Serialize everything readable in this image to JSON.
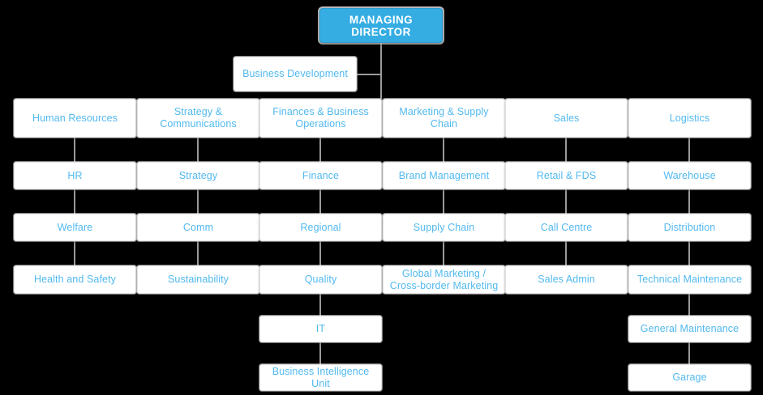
{
  "chart_data": {
    "type": "diagram",
    "title": "Organizational Chart",
    "diagram_kind": "org-chart",
    "colors": {
      "root_fill": "#35ade3",
      "root_text": "#ffffff",
      "node_fill": "#ffffff",
      "node_text": "#52b9ef",
      "node_border": "#e2e2e2",
      "connector": "#9a9a9a",
      "background": "#000000"
    },
    "root": {
      "label": "MANAGING DIRECTOR"
    },
    "staff": {
      "label": "Business Development"
    },
    "columns": [
      {
        "head": "Human Resources",
        "nodes": [
          "HR",
          "Welfare",
          "Health and Safety"
        ]
      },
      {
        "head": "Strategy & Communications",
        "nodes": [
          "Strategy",
          "Comm",
          "Sustainability"
        ]
      },
      {
        "head": "Finances & Business Operations",
        "nodes": [
          "Finance",
          "Regional",
          "Quality",
          "IT",
          "Business Intelligence Unit"
        ]
      },
      {
        "head": "Marketing & Supply Chain",
        "nodes": [
          "Brand Management",
          "Supply Chain",
          "Global Marketing / Cross-border Marketing"
        ]
      },
      {
        "head": "Sales",
        "nodes": [
          "Retail & FDS",
          "Call Centre",
          "Sales Admin"
        ]
      },
      {
        "head": "Logistics",
        "nodes": [
          "Warehouse",
          "Distribution",
          "Technical Maintenance",
          "General Maintenance",
          "Garage"
        ]
      }
    ]
  },
  "nodes": {
    "root": "MANAGING DIRECTOR",
    "business_development": "Business Development",
    "c1": {
      "head": "Human Resources",
      "l2": "HR",
      "l3": "Welfare",
      "l4": "Health and Safety"
    },
    "c2": {
      "head_line1": "Strategy &",
      "head_line2": "Communications",
      "l2": "Strategy",
      "l3": "Comm",
      "l4": "Sustainability"
    },
    "c3": {
      "head_line1": "Finances & Business",
      "head_line2": "Operations",
      "l2": "Finance",
      "l3": "Regional",
      "l4": "Quality",
      "l5": "IT",
      "l6": "Business Intelligence Unit"
    },
    "c4": {
      "head": "Marketing & Supply Chain",
      "l2": "Brand Management",
      "l3": "Supply Chain",
      "l4_line1": "Global Marketing /",
      "l4_line2": "Cross-border Marketing"
    },
    "c5": {
      "head": "Sales",
      "l2": "Retail & FDS",
      "l3": "Call Centre",
      "l4": "Sales Admin"
    },
    "c6": {
      "head": "Logistics",
      "l2": "Warehouse",
      "l3": "Distribution",
      "l4": "Technical Maintenance",
      "l5": "General Maintenance",
      "l6": "Garage"
    }
  }
}
